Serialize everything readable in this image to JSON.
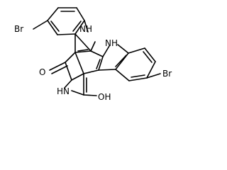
{
  "structure": {
    "atoms": {
      "br_left": "Br",
      "nh_left": "NH",
      "nh_right": "NH",
      "br_right": "Br",
      "o_left": "O",
      "n_imide": "N",
      "h_imide": "H",
      "oh": "OH"
    }
  },
  "colors": {
    "ink": "#000000",
    "background": "#ffffff"
  }
}
